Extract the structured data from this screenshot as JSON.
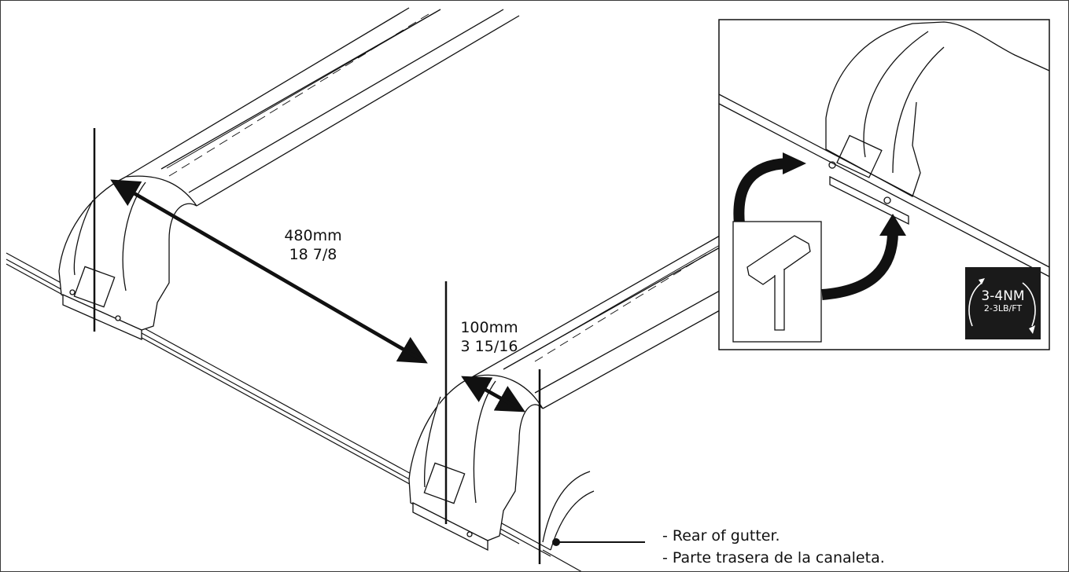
{
  "dimensions": {
    "long": {
      "metric": "480mm",
      "imperial": "18 7/8"
    },
    "short": {
      "metric": "100mm",
      "imperial": "3 15/16"
    }
  },
  "torque": {
    "value": "3-4NM",
    "imperial": "2-3LB/FT"
  },
  "notes": {
    "english": "- Rear of gutter.",
    "spanish": "- Parte trasera de la canaleta."
  },
  "colors": {
    "line": "#111111",
    "badge": "#1a1a1a",
    "frame": "#3a3a3a"
  },
  "icons": [
    "hex-key-icon",
    "rotation-arrows-icon"
  ]
}
